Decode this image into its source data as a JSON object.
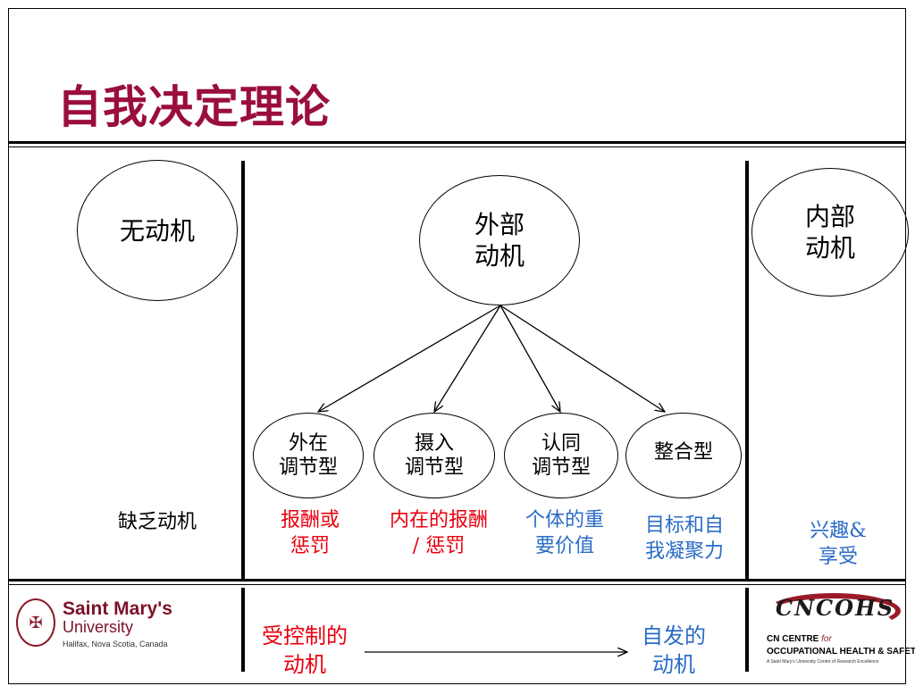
{
  "title": "自我决定理论",
  "columns": {
    "amotivation": {
      "ellipse_label": "无动机",
      "caption": "缺乏动机"
    },
    "extrinsic": {
      "ellipse_label": "外部\n动机",
      "types": [
        {
          "label": "外在\n调节型",
          "caption": "报酬或\n惩罚",
          "caption_color": "red"
        },
        {
          "label": "摄入\n调节型",
          "caption": "内在的报酬\n/ 惩罚",
          "caption_color": "red"
        },
        {
          "label": "认同\n调节型",
          "caption": "个体的重\n要价值",
          "caption_color": "blue"
        },
        {
          "label": "整合型",
          "caption": "目标和自\n我凝聚力",
          "caption_color": "blue"
        }
      ]
    },
    "intrinsic": {
      "ellipse_label": "内部\n动机",
      "caption": "兴趣&\n享受"
    }
  },
  "footer": {
    "left_label": "受控制的\n动机",
    "right_label": "自发的\n动机"
  },
  "logos": {
    "smu": {
      "name": "Saint Mary's",
      "university": "University",
      "location": "Halifax, Nova Scotia, Canada"
    },
    "cncohs": {
      "title": "CNCOHS",
      "line1_a": "CN CENTRE",
      "line1_for": "for",
      "line2": "OCCUPATIONAL HEALTH & SAFETY",
      "line3": "A Saint Mary's University Centre of Research Excellence"
    }
  },
  "colors": {
    "title": "#9a0e3c",
    "red": "#e8000e",
    "blue": "#2b6bc6"
  }
}
